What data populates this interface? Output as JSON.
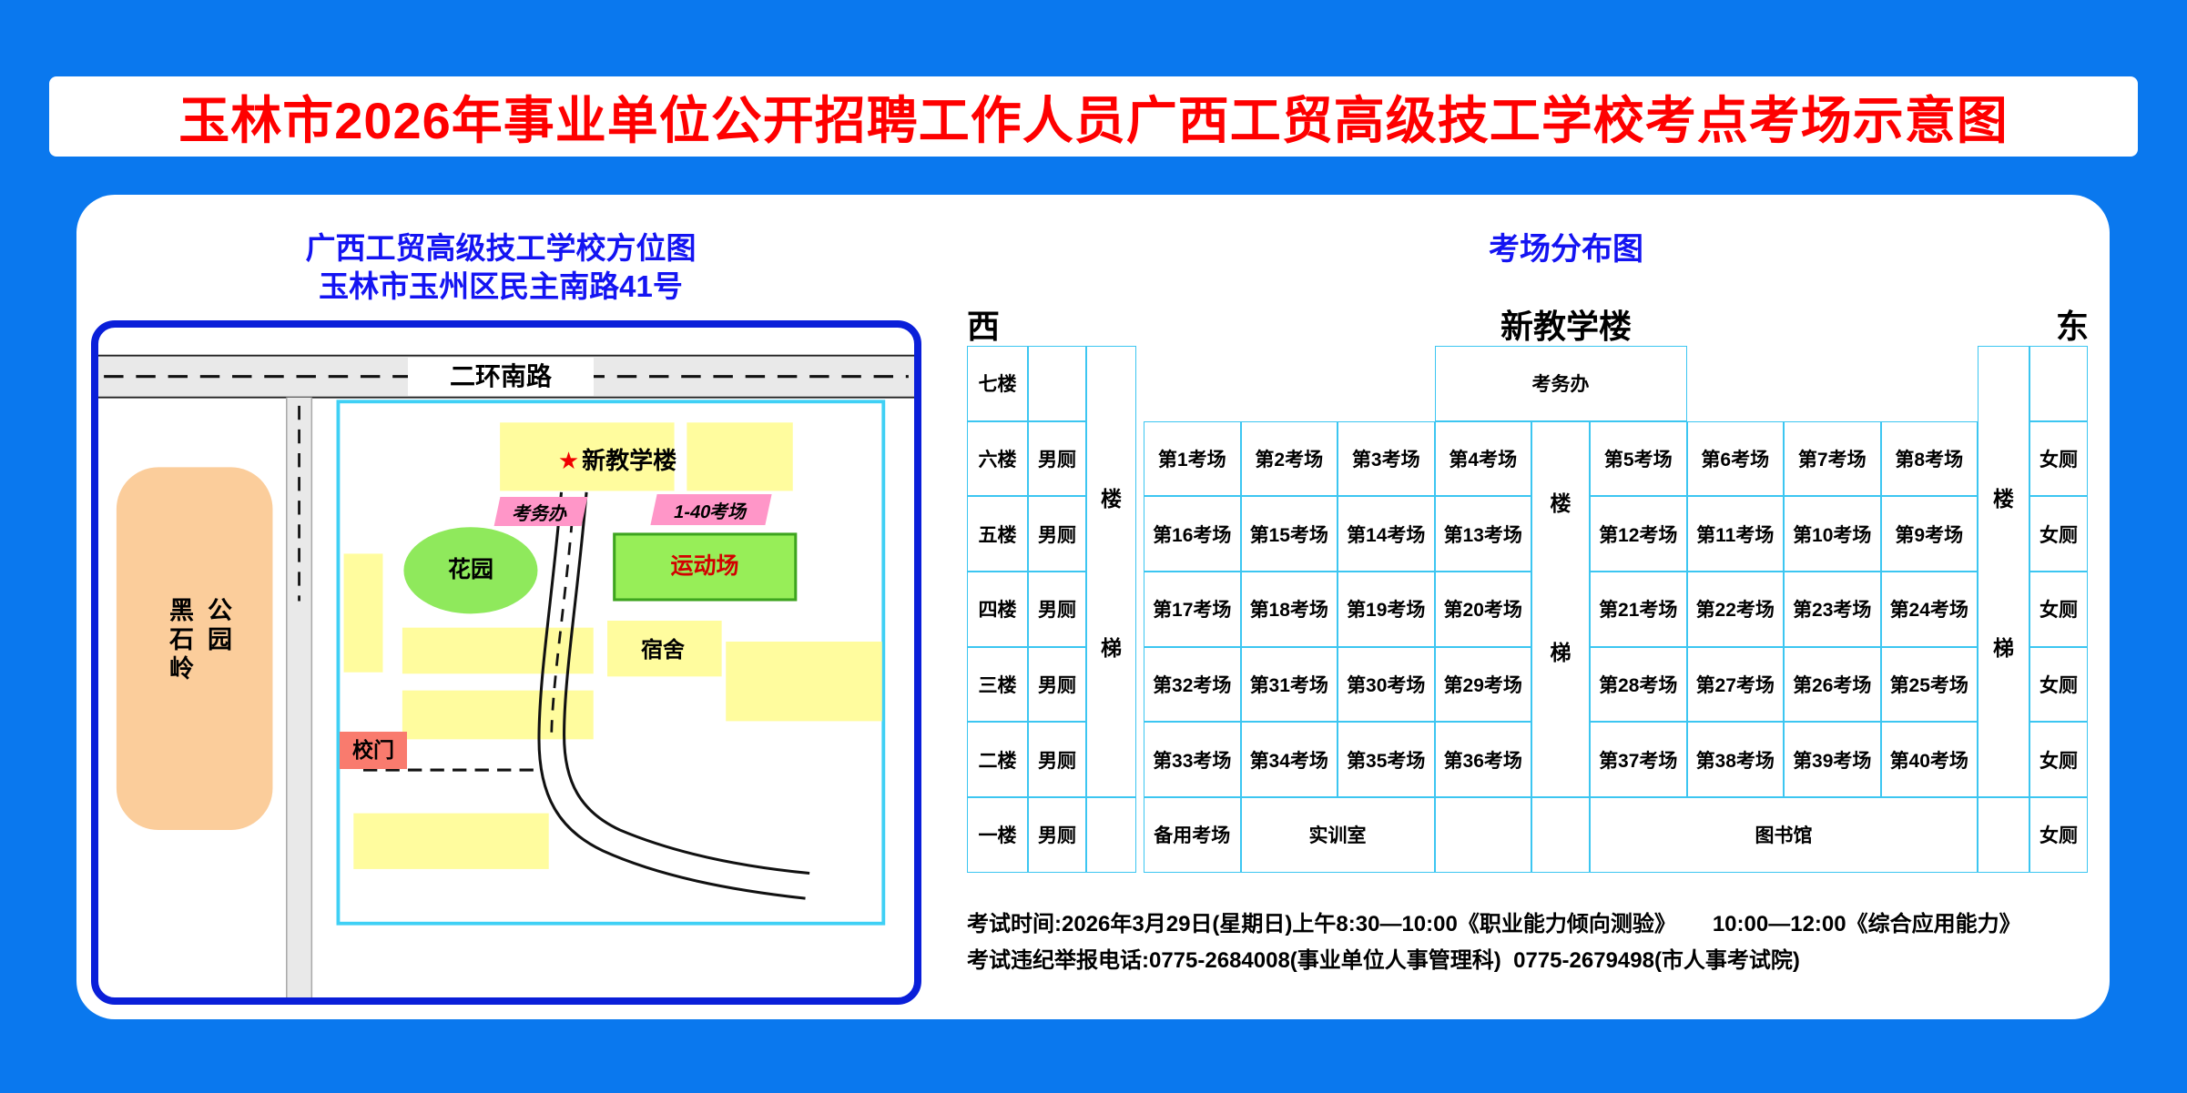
{
  "title": "玉林市2026年事业单位公开招聘工作人员广西工贸高级技工学校考点考场示意图",
  "map": {
    "title_line1": "广西工贸高级技工学校方位图",
    "title_line2": "玉林市玉州区民主南路41号",
    "road_top": "二环南路",
    "park_col1": "黑石岭",
    "park_col2": "公园",
    "building_star": "★",
    "building": "新教学楼",
    "office_label": "考务办",
    "rooms_label": "1-40考场",
    "garden": "花园",
    "sports": "运动场",
    "dorm": "宿舍",
    "gate": "校门"
  },
  "plan": {
    "title": "考场分布图",
    "west": "西",
    "building": "新教学楼",
    "east": "东",
    "office": "考务办",
    "male": "男厕",
    "female": "女厕",
    "stair_top": "楼",
    "stair_bottom": "梯",
    "floors": [
      "七楼",
      "六楼",
      "五楼",
      "四楼",
      "三楼",
      "二楼",
      "一楼"
    ],
    "rows": {
      "f6": [
        "第1考场",
        "第2考场",
        "第3考场",
        "第4考场",
        "第5考场",
        "第6考场",
        "第7考场",
        "第8考场"
      ],
      "f5": [
        "第16考场",
        "第15考场",
        "第14考场",
        "第13考场",
        "第12考场",
        "第11考场",
        "第10考场",
        "第9考场"
      ],
      "f4": [
        "第17考场",
        "第18考场",
        "第19考场",
        "第20考场",
        "第21考场",
        "第22考场",
        "第23考场",
        "第24考场"
      ],
      "f3": [
        "第32考场",
        "第31考场",
        "第30考场",
        "第29考场",
        "第28考场",
        "第27考场",
        "第26考场",
        "第25考场"
      ],
      "f2": [
        "第33考场",
        "第34考场",
        "第35考场",
        "第36考场",
        "第37考场",
        "第38考场",
        "第39考场",
        "第40考场"
      ]
    },
    "f1": {
      "backup": "备用考场",
      "training": "实训室",
      "library": "图书馆"
    }
  },
  "notes": {
    "line1": "考试时间:2026年3月29日(星期日)上午8:30—10:00《职业能力倾向测验》      10:00—12:00《综合应用能力》",
    "line2": "考试违纪举报电话:0775-2684008(事业单位人事管理科)  0775-2679498(市人事考试院)"
  },
  "colors": {
    "page_background": "#0A78EE",
    "title_red": "#FE0000",
    "heading_blue": "#1414F2",
    "map_border_blue": "#0A1FD9",
    "table_border_cyan": "#3CC6F1",
    "campus_border_cyan": "#3FD0F5",
    "building_yellow": "#FFFC9E",
    "garden_green": "#8FE95C",
    "sports_green": "#97EE58",
    "park_orange": "#FBCD9B",
    "label_pink": "#FF96C8",
    "gate_salmon": "#F97B6E",
    "road_gray": "#E9E9E9"
  }
}
